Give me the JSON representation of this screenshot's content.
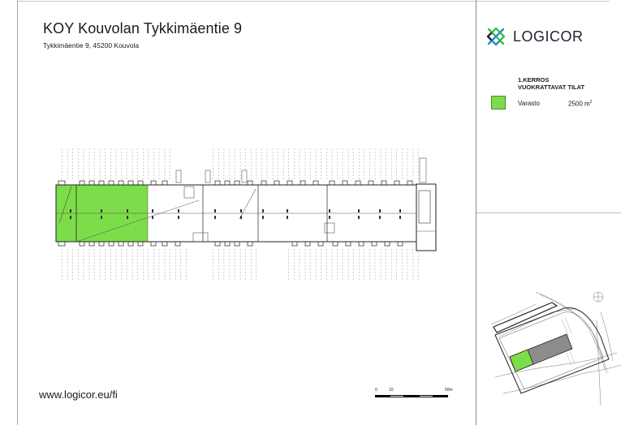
{
  "header": {
    "title": "KOY Kouvolan Tykkimäentie 9",
    "address": "Tykkimäentie 9, 45200 Kouvola"
  },
  "footer": {
    "website": "www.logicor.eu/fi",
    "scale_labels": [
      "0",
      "10",
      "50m"
    ]
  },
  "brand": {
    "name": "LOGICOR",
    "icon": "logicor-cross-icon",
    "colors": {
      "green": "#3dbb4a",
      "blue": "#1f8fc9",
      "dark": "#1b2430"
    }
  },
  "legend": {
    "floor": "1.KERROS",
    "heading": "VUOKRATTAVAT TILAT",
    "items": [
      {
        "name": "Varasto",
        "area": "2500 m",
        "area_sup": "2",
        "color": "#7ddc4a"
      }
    ]
  },
  "floorplan": {
    "highlight_color": "#7ddc4a",
    "building_color": "#ffffff"
  },
  "siteplan": {
    "building_color": "#8c8c8c",
    "highlight_color": "#7ddc4a"
  }
}
